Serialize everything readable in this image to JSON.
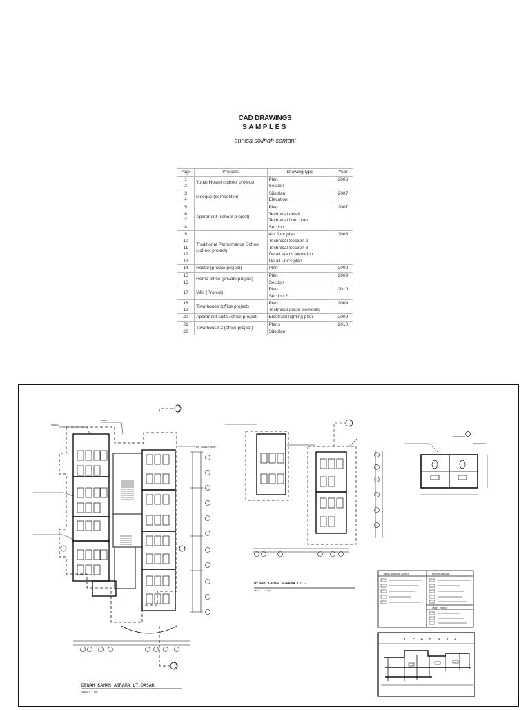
{
  "title": "CAD DRAWINGS",
  "subtitle": "SAMPLES",
  "author": "annisa solihah sontani",
  "table": {
    "headers": [
      "Page",
      "Projects",
      "Drawing type",
      "Year"
    ],
    "rows": [
      {
        "pages": [
          "1",
          "2"
        ],
        "project": "Youth Hostel (school project)",
        "types": [
          "Plan",
          "Section"
        ],
        "year": "2006"
      },
      {
        "pages": [
          "3",
          "4"
        ],
        "project": "Mosque (competition)",
        "types": [
          "Siteplan",
          "Elevation"
        ],
        "year": "2007"
      },
      {
        "pages": [
          "5",
          "6",
          "7",
          "8"
        ],
        "project": "Apartment (school project)",
        "types": [
          "Plan",
          "Technical detail",
          "Technical floor plan",
          "Section"
        ],
        "year": "2007"
      },
      {
        "pages": [
          "9",
          "10",
          "11",
          "12",
          "13"
        ],
        "project": "Traditional Performance School (school project)",
        "types": [
          "4th floor plan",
          "Technical Section 2",
          "Technical Section 3",
          "Detail stair's elevation",
          "Detail unit's plan"
        ],
        "year": "2008"
      },
      {
        "pages": [
          "14"
        ],
        "project": "Hostel (private project)",
        "types": [
          "Plan"
        ],
        "year": "2009"
      },
      {
        "pages": [
          "15",
          "16"
        ],
        "project": "Home office (private project)",
        "types": [
          "Plan",
          "Section"
        ],
        "year": "2009"
      },
      {
        "pages": [
          "17"
        ],
        "project": "Villa (Project)",
        "types": [
          "Plan",
          "Section 2"
        ],
        "year": "2010"
      },
      {
        "pages": [
          "18",
          "19"
        ],
        "project": "Townhouse (office project)",
        "types": [
          "Plan",
          "Technical detail elements"
        ],
        "year": "2009"
      },
      {
        "pages": [
          "20"
        ],
        "project": "Apartment suite (office project)",
        "types": [
          "Electrical lighting plan"
        ],
        "year": "2009"
      },
      {
        "pages": [
          "21",
          "22"
        ],
        "project": "Townhouse 2 (office project)",
        "types": [
          "Plans",
          "Siteplan"
        ],
        "year": "2010"
      }
    ]
  },
  "drawing": {
    "plan_ground_title": "DENAH KAMAR ASRAMA LT.DASAR",
    "plan_ground_scale": "SKALA 1 : 100",
    "plan_2_title": "DENAH KAMAR ASRAMA LT.2",
    "plan_2_scale": "SKALA 1 : 100",
    "legend_title": "L E G E N D A",
    "legend_col1": "JENIS PENUTUP LANTAI",
    "legend_col2": "FINISH DINDING",
    "legend_col3": "JENIS PLAFON",
    "tag_stair": "TANGGA",
    "tag_toilet": "KM. MANDI/TOILET",
    "tag_room": "KAMAR"
  }
}
